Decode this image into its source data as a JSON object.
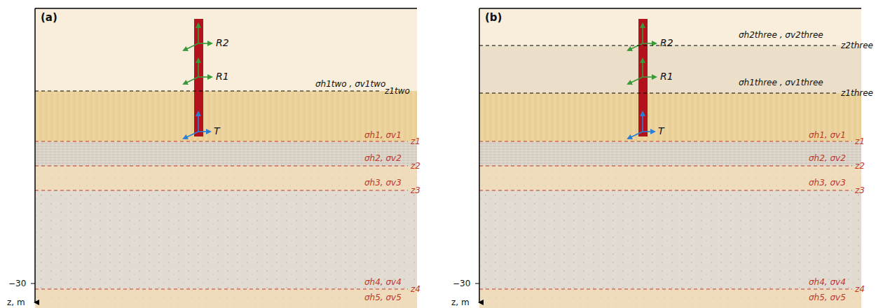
{
  "diagram": {
    "labels": [
      "(a)",
      "R2",
      "R1",
      "T",
      "σh1two , σv1two",
      "z1two",
      "σh1, σv1",
      "z1",
      "σh2, σv2",
      "z2",
      "σh3, σv3",
      "z3",
      "σh4, σv4",
      "z4",
      "σh5, σv5",
      "−30",
      "z, m",
      "(b)",
      "R2",
      "R1",
      "T",
      "σh2three , σv2three",
      "z2three",
      "σh1three , σv1three",
      "z1three",
      "σh1, σv1",
      "z1",
      "σh2, σv2",
      "z2",
      "σh3, σv3",
      "z3",
      "σh4, σv4",
      "z4",
      "σh5, σv5",
      "−30",
      "z, m"
    ]
  }
}
